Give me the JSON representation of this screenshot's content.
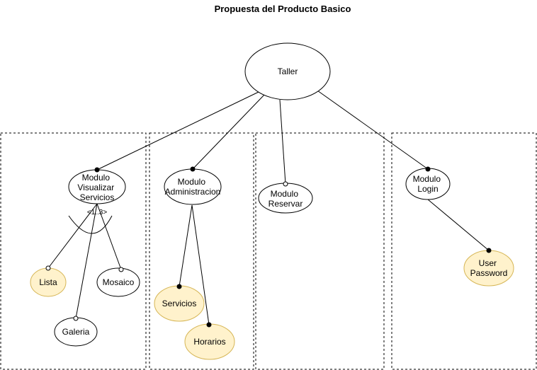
{
  "title": "Propuesta del Producto  Basico",
  "colors": {
    "optional_fill": "#fff2cc",
    "optional_stroke": "#d6b656",
    "default_fill": "#ffffff",
    "stroke": "#000000"
  },
  "nodes": {
    "taller": "Taller",
    "visualizar": [
      "Modulo",
      "Visualizar",
      "Servicios"
    ],
    "cardinality": "<1..3>",
    "administracion": [
      "Modulo",
      "Administracion"
    ],
    "reservar": [
      "Modulo",
      "Reservar"
    ],
    "login": [
      "Modulo",
      "Login"
    ],
    "lista": "Lista",
    "mosaico": "Mosaico",
    "galeria": "Galeria",
    "servicios": "Servicios",
    "horarios": "Horarios",
    "user_password": [
      "User",
      "Password"
    ]
  }
}
